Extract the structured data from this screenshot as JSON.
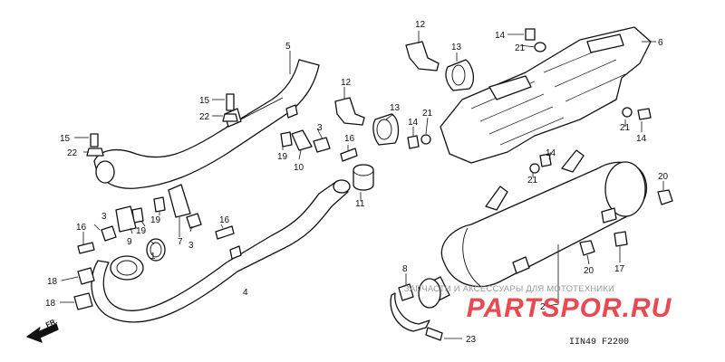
{
  "callouts": {
    "c1": "1",
    "c2": "2",
    "c3a": "3",
    "c3b": "3",
    "c3c": "3",
    "c4": "4",
    "c5": "5",
    "c6": "6",
    "c7": "7",
    "c8": "8",
    "c9": "9",
    "c10": "10",
    "c11": "11",
    "c12a": "12",
    "c12b": "12",
    "c13a": "13",
    "c13b": "13",
    "c14a": "14",
    "c14b": "14",
    "c14c": "14",
    "c14d": "14",
    "c15a": "15",
    "c15b": "15",
    "c16a": "16",
    "c16b": "16",
    "c16c": "16",
    "c17": "17",
    "c18a": "18",
    "c18b": "18",
    "c19a": "19",
    "c19b": "19",
    "c19c": "19",
    "c20a": "20",
    "c20b": "20",
    "c21a": "21",
    "c21b": "21",
    "c21c": "21",
    "c21d": "21",
    "c22a": "22",
    "c22b": "22",
    "c23": "23"
  },
  "front_marker": "FR.",
  "diagram_code": "IIN49  F2200",
  "watermark": {
    "caption": "ЗАПЧАСТИ И АКСЕССУАРЫ ДЛЯ МОТОТЕХНИКИ",
    "logo": "PARTSPOR.RU"
  }
}
